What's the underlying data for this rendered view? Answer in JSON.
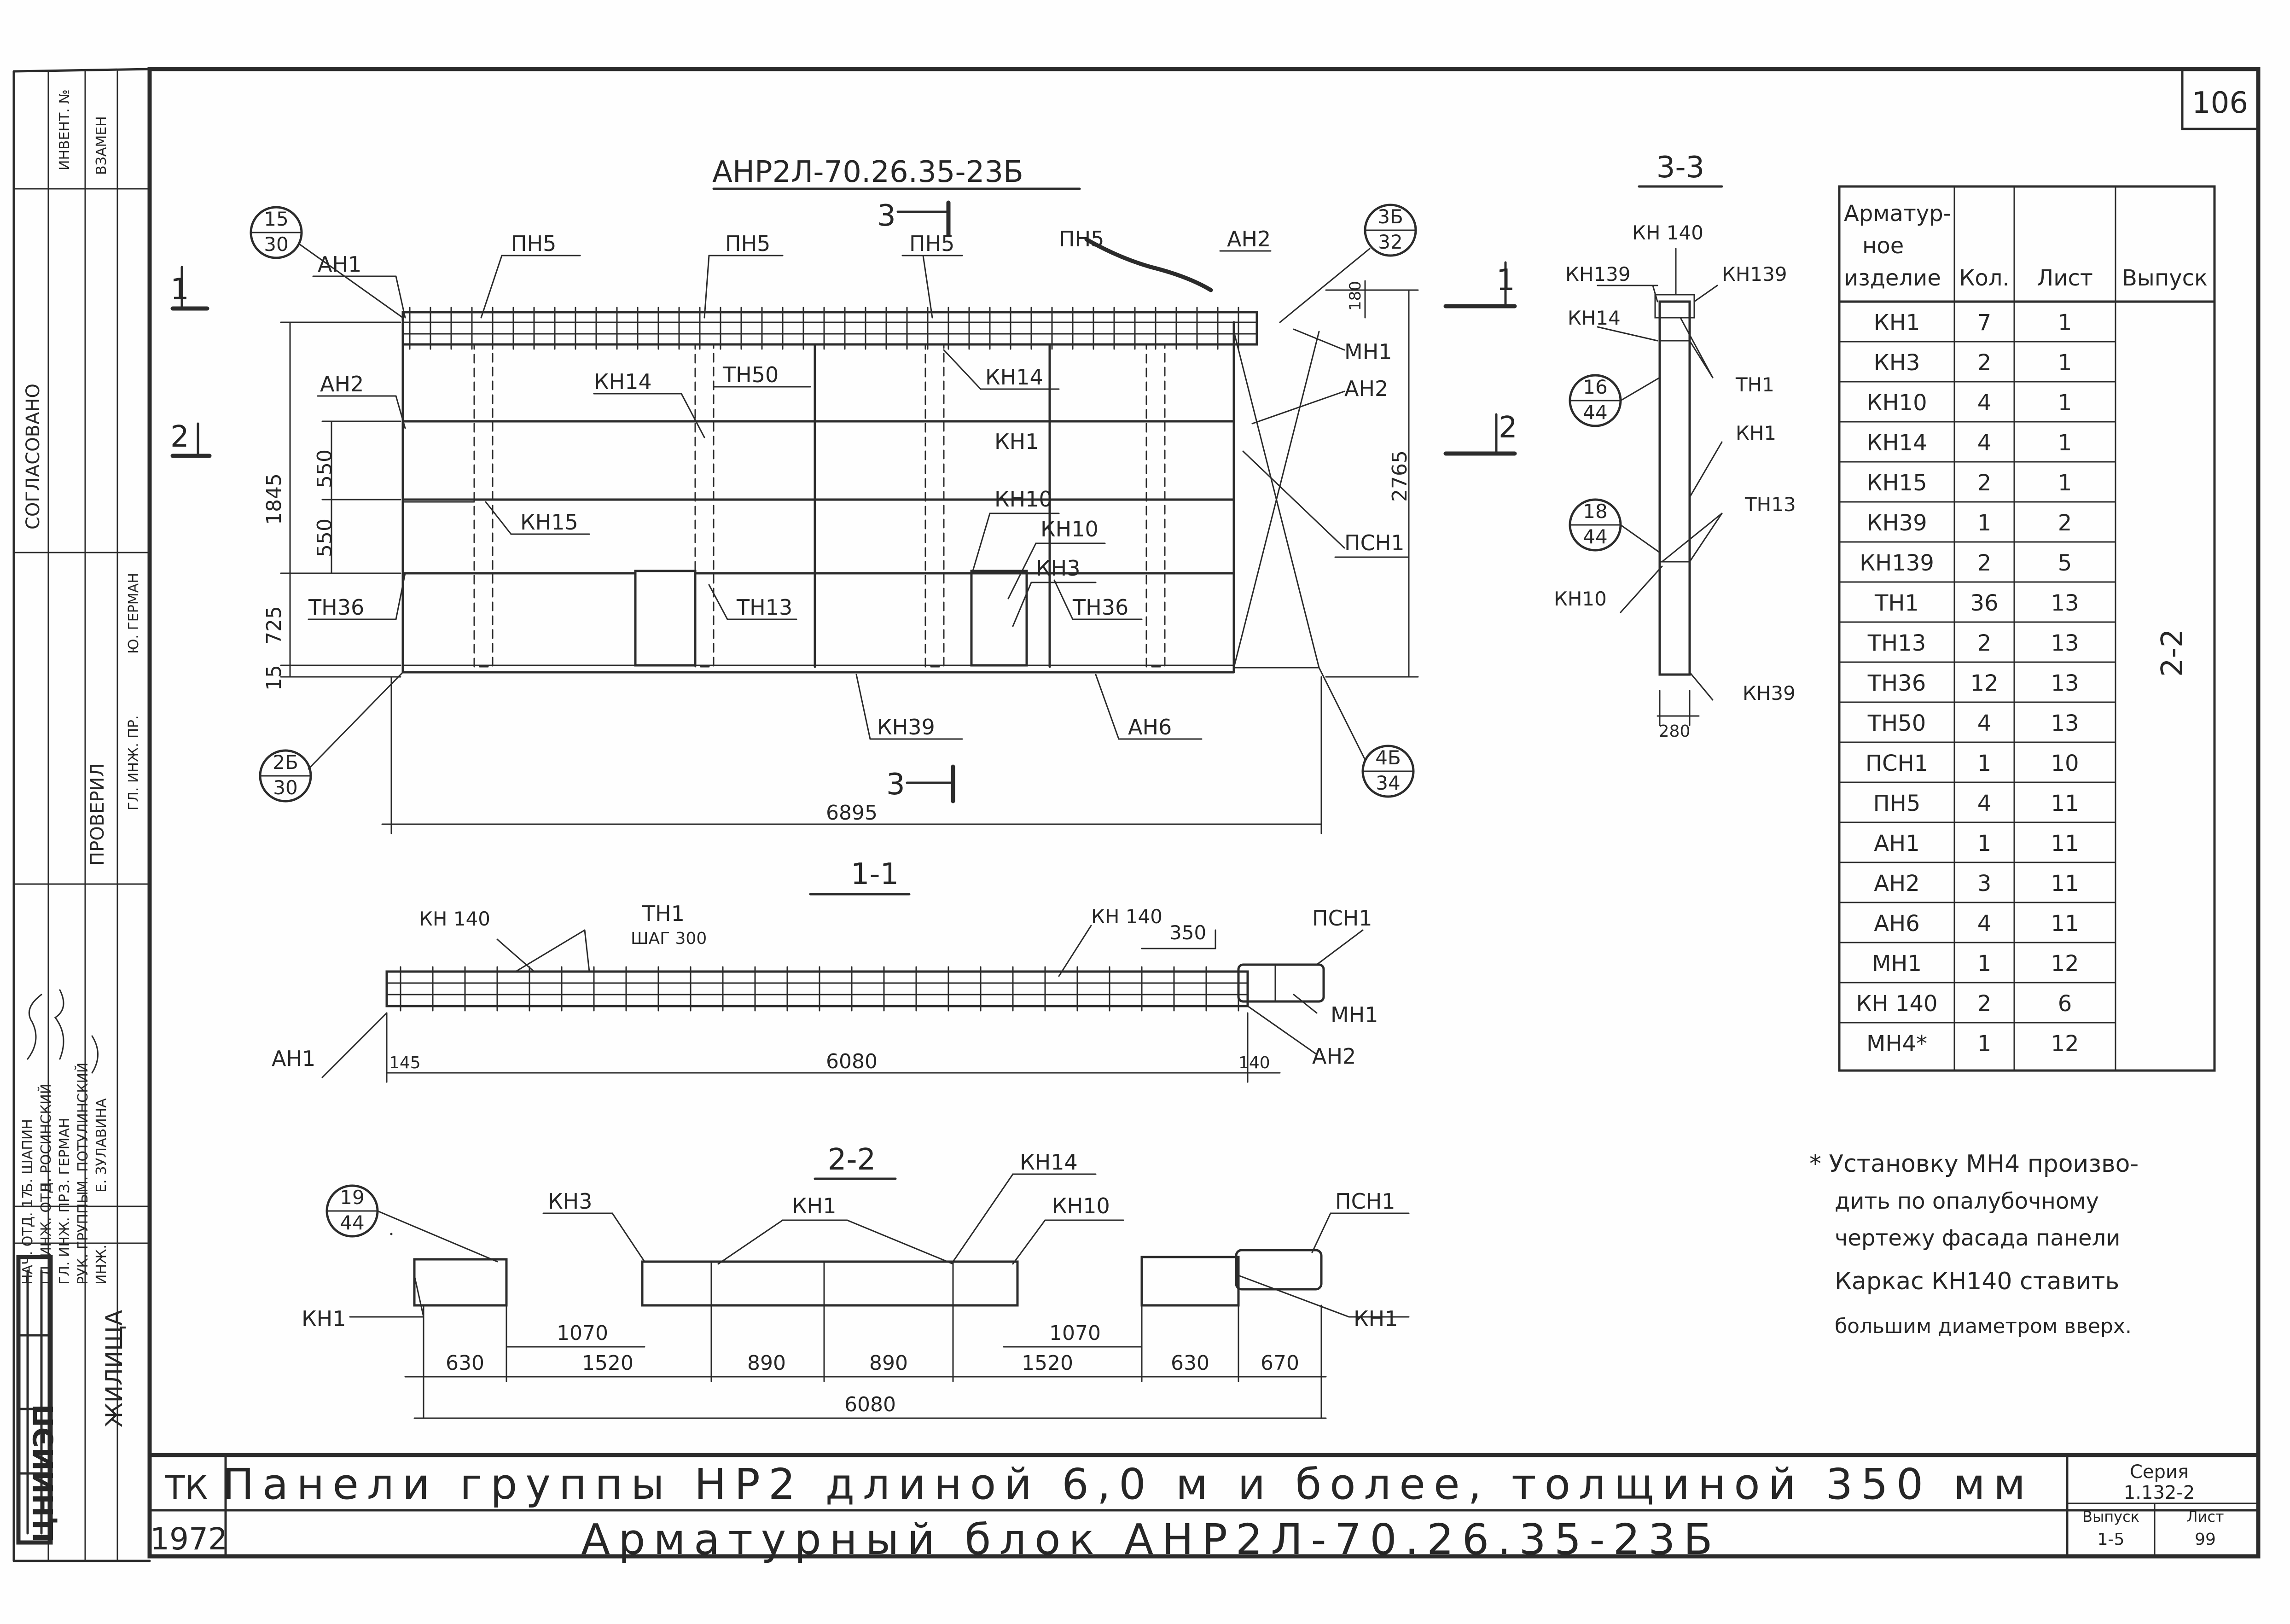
{
  "sheet_number": "106",
  "stamp": {
    "agreed": "СОГЛАСОВАНО",
    "inv": "ИНВЕНТ. №",
    "replace": "ВЗАМЕН",
    "checked": "ПРОВЕРИЛ",
    "checker_name": "Ю. ГЕРМАН",
    "checker_role": "ГЛ. ИНЖ. ПР.",
    "names": [
      "Б. ШАПИН",
      "Н. РОСИНСКИЙ",
      "З. ГЕРМАН",
      "М. ПОТУЛИНСКИЙ",
      "Е. ЗУЛАВИНА"
    ],
    "roles": [
      "НАЧ. ОТД. 17",
      "ГЛ. ИНЖ. ОТД.",
      "ГЛ. ИНЖ. ПР.",
      "РУК. ГРУППЫ",
      "ИНЖ."
    ],
    "logo_text": "ЦНИИЭП",
    "dept": "ЖИЛИЩА"
  },
  "views": {
    "elevation": {
      "title": "АНР2Л-70.26.35-23Б",
      "markers": {
        "m1l": "1",
        "m2l": "2",
        "m1r": "1",
        "m2r": "2",
        "m3top": "3",
        "m3bot": "3"
      },
      "callouts": {
        "c1": {
          "top": "15",
          "bot": "30"
        },
        "c2": {
          "top": "3Б",
          "bot": "32"
        },
        "c3": {
          "top": "2Б",
          "bot": "30"
        },
        "c4": {
          "top": "4Б",
          "bot": "34"
        }
      },
      "labels": {
        "an1": "АН1",
        "pn5a": "ПН5",
        "pn5b": "ПН5",
        "pn5c": "ПН5",
        "pn5d": "ПН5",
        "an2top": "АН2",
        "mn1": "МН1",
        "an2r": "АН2",
        "psn1": "ПСН1",
        "an2l": "АН2",
        "kn14a": "КН14",
        "tn50": "ТН50",
        "kn14b": "КН14",
        "kn1": "КН1",
        "kn15": "КН15",
        "kn10a": "КН10",
        "kn10b": "КН10",
        "kn3": "КН3",
        "tn36a": "ТН36",
        "tn13": "ТН13",
        "tn36b": "ТН36",
        "kn39": "КН39",
        "an6": "АН6"
      },
      "dims": {
        "h1845": "1845",
        "h550a": "550",
        "h550b": "550",
        "h725": "725",
        "h15": "15",
        "h2765": "2765",
        "h180": "180",
        "w6895": "6895"
      }
    },
    "s33": {
      "title": "3-3",
      "labels": {
        "kn140": "КН 140",
        "kn139l": "КН139",
        "kn139r": "КН139",
        "kn14": "КН14",
        "tn1": "ТН1",
        "kn1": "КН1",
        "tn13": "ТН13",
        "kn10": "КН10",
        "kn39": "КН39"
      },
      "dim": "280",
      "callouts": {
        "a": {
          "top": "16",
          "bot": "44"
        },
        "b": {
          "top": "18",
          "bot": "44"
        }
      }
    },
    "s11": {
      "title": "1-1",
      "labels": {
        "kn140l": "КН 140",
        "tn1": "ТН1",
        "step": "ШАГ 300",
        "kn140r": "КН 140",
        "d350": "350",
        "psn1": "ПСН1",
        "mn1": "МН1",
        "an2": "АН2",
        "an1": "АН1"
      },
      "dims": {
        "d145": "145",
        "d6080": "6080",
        "d140": "140"
      }
    },
    "s22": {
      "title": "2-2",
      "callout": {
        "top": "19",
        "bot": "44"
      },
      "labels": {
        "kn3": "КН3",
        "kn1": "КН1",
        "kn14": "КН14",
        "kn10": "КН10",
        "psn1": "ПСН1",
        "kn1l": "КН1",
        "kn1r": "КН1"
      },
      "dims": {
        "d1070a": "1070",
        "d1070b": "1070",
        "d630a": "630",
        "d1520a": "1520",
        "d890a": "890",
        "d890b": "890",
        "d1520b": "1520",
        "d630b": "630",
        "d670": "670",
        "d6080": "6080"
      }
    }
  },
  "table": {
    "header": {
      "c1_l1": "Арматур-",
      "c1_l2": "ное",
      "c1_l3": "изделие",
      "c2": "Кол.",
      "c3": "Лист",
      "c4": "Выпуск"
    },
    "issue_value": "2-2",
    "rows": [
      {
        "item": "КН1",
        "qty": "7",
        "sheet": "1"
      },
      {
        "item": "КН3",
        "qty": "2",
        "sheet": "1"
      },
      {
        "item": "КН10",
        "qty": "4",
        "sheet": "1"
      },
      {
        "item": "КН14",
        "qty": "4",
        "sheet": "1"
      },
      {
        "item": "КН15",
        "qty": "2",
        "sheet": "1"
      },
      {
        "item": "КН39",
        "qty": "1",
        "sheet": "2"
      },
      {
        "item": "КН139",
        "qty": "2",
        "sheet": "5"
      },
      {
        "item": "ТН1",
        "qty": "36",
        "sheet": "13"
      },
      {
        "item": "ТН13",
        "qty": "2",
        "sheet": "13"
      },
      {
        "item": "ТН36",
        "qty": "12",
        "sheet": "13"
      },
      {
        "item": "ТН50",
        "qty": "4",
        "sheet": "13"
      },
      {
        "item": "ПСН1",
        "qty": "1",
        "sheet": "10"
      },
      {
        "item": "ПН5",
        "qty": "4",
        "sheet": "11"
      },
      {
        "item": "АН1",
        "qty": "1",
        "sheet": "11"
      },
      {
        "item": "АН2",
        "qty": "3",
        "sheet": "11"
      },
      {
        "item": "АН6",
        "qty": "4",
        "sheet": "11"
      },
      {
        "item": "МН1",
        "qty": "1",
        "sheet": "12"
      },
      {
        "item": "КН 140",
        "qty": "2",
        "sheet": "6"
      },
      {
        "item": "МН4*",
        "qty": "1",
        "sheet": "12"
      }
    ]
  },
  "notes": [
    "* Установку МН4 произво-",
    "дить по опалубочному",
    "чертежу фасада панели",
    "Каркас  КН140 ставить",
    "большим диаметром вверх."
  ],
  "title_block": {
    "code": "ТК",
    "year": "1972",
    "line1": "Панели  группы  НР2  длиной 6,0 м  и  более,  толщиной  350 мм",
    "line2": "Арматурный  блок  АНР2Л-70.26.35-23Б",
    "series_label": "Серия",
    "series_value": "1.132-2",
    "issue_label": "Выпуск",
    "issue_value": "1-5",
    "sheet_label": "Лист",
    "sheet_value": "99"
  }
}
